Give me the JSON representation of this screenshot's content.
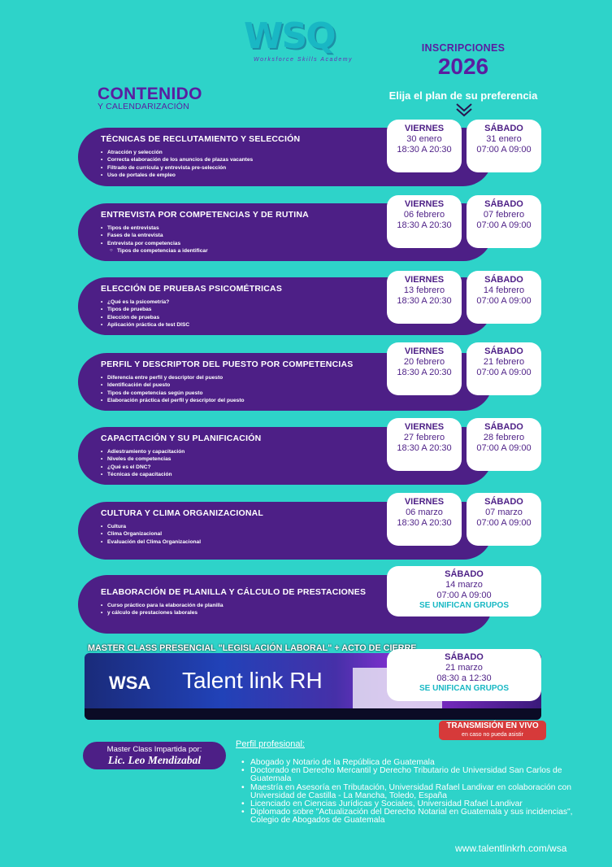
{
  "brand": {
    "logo_text": "WSQ",
    "tagline": "Worksforce Skills Academy"
  },
  "inscripciones": {
    "label": "INSCRIPCIONES",
    "year": "2026"
  },
  "contenido": {
    "title": "CONTENIDO",
    "subtitle": "Y CALENDARIZACIÓN"
  },
  "elija": "Elija el plan de su preferencia",
  "modules": [
    {
      "title": "TÉCNICAS DE RECLUTAMIENTO Y SELECCIÓN",
      "items": [
        "Atracción y selección",
        "Correcta elaboración de los anuncios de plazas vacantes",
        "Filtrado de currícula y entrevista pre-selección",
        "Uso de portales de empleo"
      ]
    },
    {
      "title": "ENTREVISTA POR COMPETENCIAS Y DE RUTINA",
      "items": [
        "Tipos de entrevistas",
        "Fases de la entrevista",
        "Entrevista por competencias"
      ],
      "subitem": "Tipos de competencias a identificar"
    },
    {
      "title": "ELECCIÓN DE PRUEBAS PSICOMÉTRICAS",
      "items": [
        "¿Qué es la psicometría?",
        "Tipos de pruebas",
        "Elección de pruebas",
        "Aplicación práctica de test DISC"
      ]
    },
    {
      "title": "PERFIL Y DESCRIPTOR DEL PUESTO POR COMPETENCIAS",
      "items": [
        "Diferencia entre perfil y descriptor del puesto",
        "Identificación del puesto",
        "Tipos de competencias según puesto",
        "Elaboración práctica del perfil y descriptor del puesto"
      ]
    },
    {
      "title": "CAPACITACIÓN Y SU PLANIFICACIÓN",
      "items": [
        "Adiestramiento y capacitación",
        "Niveles de competencias",
        "¿Qué es el DNC?",
        "Técnicas de capacitación"
      ]
    },
    {
      "title": "CULTURA Y CLIMA ORGANIZACIONAL",
      "items": [
        "Cultura",
        "Clima Organizacional",
        "Evaluación del Clima Organizacional"
      ]
    },
    {
      "title": "ELABORACIÓN DE PLANILLA Y CÁLCULO DE PRESTACIONES",
      "items": [
        "Curso práctico para la elaboración de planilla",
        "y cálculo de prestaciones laborales"
      ]
    }
  ],
  "schedule": [
    {
      "v_day": "VIERNES",
      "v_date": "30 enero",
      "v_time": "18:30 A 20:30",
      "s_day": "SÁBADO",
      "s_date": "31 enero",
      "s_time": "07:00 A 09:00"
    },
    {
      "v_day": "VIERNES",
      "v_date": "06 febrero",
      "v_time": "18:30 A 20:30",
      "s_day": "SÁBADO",
      "s_date": "07 febrero",
      "s_time": "07:00 A 09:00"
    },
    {
      "v_day": "VIERNES",
      "v_date": "13 febrero",
      "v_time": "18:30 A 20:30",
      "s_day": "SÁBADO",
      "s_date": "14 febrero",
      "s_time": "07:00 A 09:00"
    },
    {
      "v_day": "VIERNES",
      "v_date": "20 febrero",
      "v_time": "18:30 A 20:30",
      "s_day": "SÁBADO",
      "s_date": "21 febrero",
      "s_time": "07:00 A 09:00"
    },
    {
      "v_day": "VIERNES",
      "v_date": "27 febrero",
      "v_time": "18:30 A 20:30",
      "s_day": "SÁBADO",
      "s_date": "28 febrero",
      "s_time": "07:00 A 09:00"
    },
    {
      "v_day": "VIERNES",
      "v_date": "06 marzo",
      "v_time": "18:30 A 20:30",
      "s_day": "SÁBADO",
      "s_date": "07 marzo",
      "s_time": "07:00 A 09:00"
    }
  ],
  "single_7": {
    "day": "SÁBADO",
    "date": "14 marzo",
    "time": "07:00 A 09:00",
    "note": "SE UNIFICAN GRUPOS"
  },
  "master_class": {
    "banner": "MASTER CLASS PRESENCIAL \"LEGISLACIÓN LABORAL\" + ACTO DE CIERRE",
    "photo_logo": "WSA",
    "photo_brand": "Talent link RH",
    "day": "SÁBADO",
    "date": "21 marzo",
    "time": "08:30 a 12:30",
    "note": "SE UNIFICAN GRUPOS"
  },
  "live": {
    "label": "TRANSMISIÓN EN VIVO",
    "sub": "en caso no pueda asistir"
  },
  "speaker": {
    "label": "Master Class Impartida por:",
    "name": "Lic. Leo Mendizabal"
  },
  "perfil": {
    "heading": "Perfil profesional:",
    "items": [
      "Abogado y Notario de la República de Guatemala",
      "Doctorado en Derecho Mercantil y Derecho Tributario de Universidad San Carlos de Guatemala",
      "Maestría en Asesoría en Tributación, Universidad Rafael Landivar en colaboración con Universidad de Castilla - La Mancha, Toledo, España",
      "Licenciado en Ciencias Jurídicas y Sociales, Universidad Rafael Landivar",
      "Diplomado sobre \"Actualización del Derecho Notarial en Guatemala y sus incidencias\", Colegio de Abogados de Guatemala"
    ]
  },
  "url": "www.talentlinkrh.com/wsa"
}
